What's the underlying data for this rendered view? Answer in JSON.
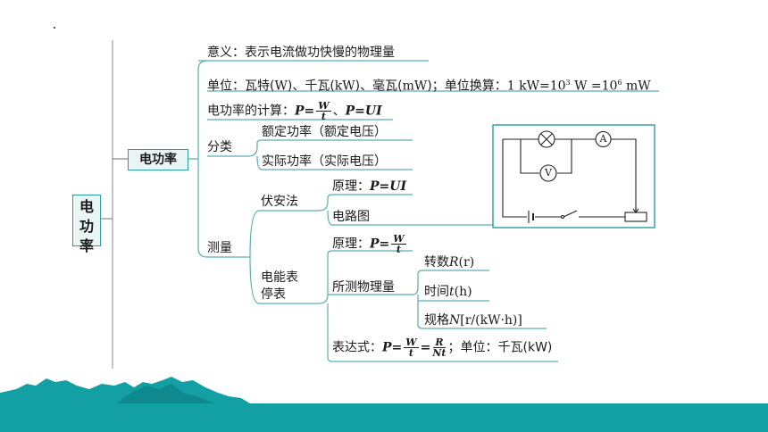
{
  "root": "电功率",
  "level1": "电功率",
  "meaning": "意义：表示电流做功快慢的物理量",
  "unit_line": {
    "a": "单位：瓦特(",
    "W": "W",
    "b": ")、千瓦(",
    "kW": "kW",
    "c": ")、毫瓦(",
    "mW": "mW",
    "d": ")；单位换算：",
    "conv1": "1 kW=10",
    "exp1": "3",
    "conv2": " W =10",
    "exp2": "6",
    "conv3": " mW"
  },
  "calc": {
    "label": "电功率的计算：",
    "P": "P",
    "eq": "=",
    "W": "W",
    "t": "t",
    "sep": "、",
    "formula2": "P=UI"
  },
  "classify": {
    "label": "分类",
    "rated": "额定功率（额定电压）",
    "actual": "实际功率（实际电压）"
  },
  "measure": {
    "label": "测量",
    "voltammeter": {
      "label": "伏安法",
      "principle_label": "原理：",
      "principle": "P=UI",
      "circuit": "电路图"
    },
    "meter": {
      "label_line1": "电能表",
      "label_line2": "停表",
      "principle_label": "原理：",
      "P": "P",
      "eq": "=",
      "W": "W",
      "t": "t",
      "measured": "所测物理量",
      "rev": "转数",
      "rev_sym": "R",
      "rev_unit": "(r)",
      "time": "时间",
      "time_sym": "t",
      "time_unit": "(h)",
      "spec": "规格",
      "spec_sym": "N",
      "spec_unit": "[r/(kW·h)]",
      "expr_label": "表达式：",
      "expr_P": "P",
      "expr_eq": "=",
      "expr_W": "W",
      "expr_t": "t",
      "expr_eq2": "=",
      "expr_R": "R",
      "expr_Nt": "Nt",
      "expr_unit": "；单位：千瓦(kW)"
    }
  },
  "circuit": {
    "ammeter": "A",
    "voltmeter": "V"
  },
  "colors": {
    "accent": "#2a9d9e",
    "line": "#4a9ea0",
    "ground": "#12a0a4"
  }
}
